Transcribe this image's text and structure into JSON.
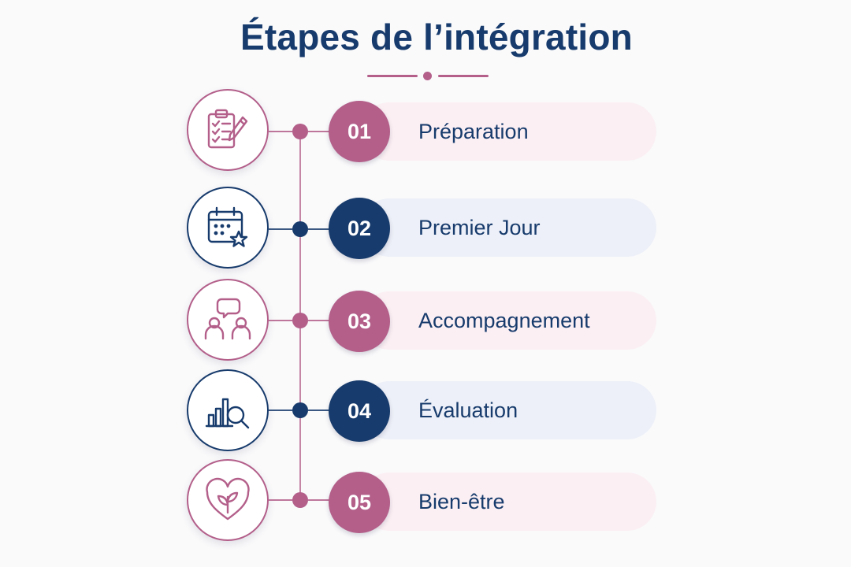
{
  "title": "Étapes de l’intégration",
  "colors": {
    "accent_pink": "#b35f8a",
    "accent_navy": "#173b6c",
    "pill_pink": "#fbeff3",
    "pill_blue": "#edf0f8"
  },
  "steps": [
    {
      "number": "01",
      "label": "Préparation",
      "icon": "clipboard-checklist-pencil-icon",
      "theme": "pink"
    },
    {
      "number": "02",
      "label": "Premier Jour",
      "icon": "calendar-star-icon",
      "theme": "navy"
    },
    {
      "number": "03",
      "label": "Accompagnement",
      "icon": "people-chat-bubble-icon",
      "theme": "pink"
    },
    {
      "number": "04",
      "label": "Évaluation",
      "icon": "bar-chart-magnifier-icon",
      "theme": "navy"
    },
    {
      "number": "05",
      "label": "Bien-être",
      "icon": "heart-sprout-icon",
      "theme": "pink"
    }
  ]
}
